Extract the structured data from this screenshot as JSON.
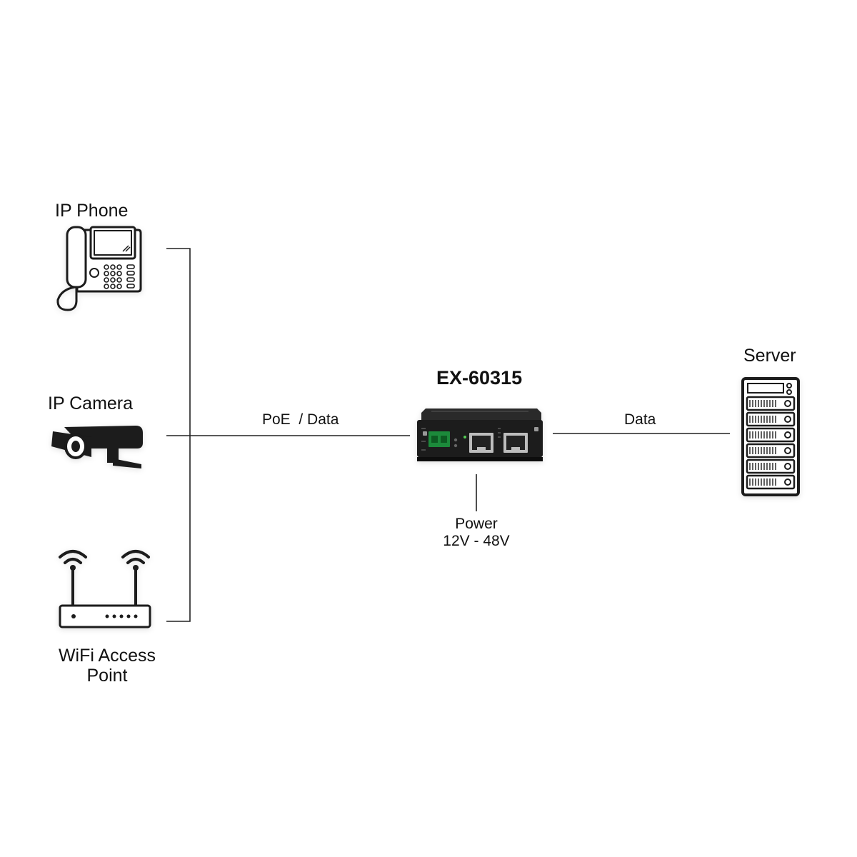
{
  "diagram": {
    "title": "",
    "devices": {
      "ip_phone": "IP Phone",
      "ip_camera": "IP Camera",
      "wifi_ap_line1": "WiFi Access",
      "wifi_ap_line2": "Point",
      "server": "Server"
    },
    "injector": {
      "model": "EX-60315"
    },
    "connections": {
      "poe_data": "PoE  / Data",
      "data": "Data",
      "power_line1": "Power",
      "power_line2": "12V - 48V"
    },
    "colors": {
      "line": "#222222",
      "device_body": "#1a1a1a",
      "terminal_green": "#1f8a3a",
      "icon_stroke": "#1a1a1a",
      "icon_fill": "#ffffff"
    },
    "icons": [
      "phone-icon",
      "camera-icon",
      "wifi-router-icon",
      "server-icon",
      "poe-injector-icon"
    ]
  }
}
